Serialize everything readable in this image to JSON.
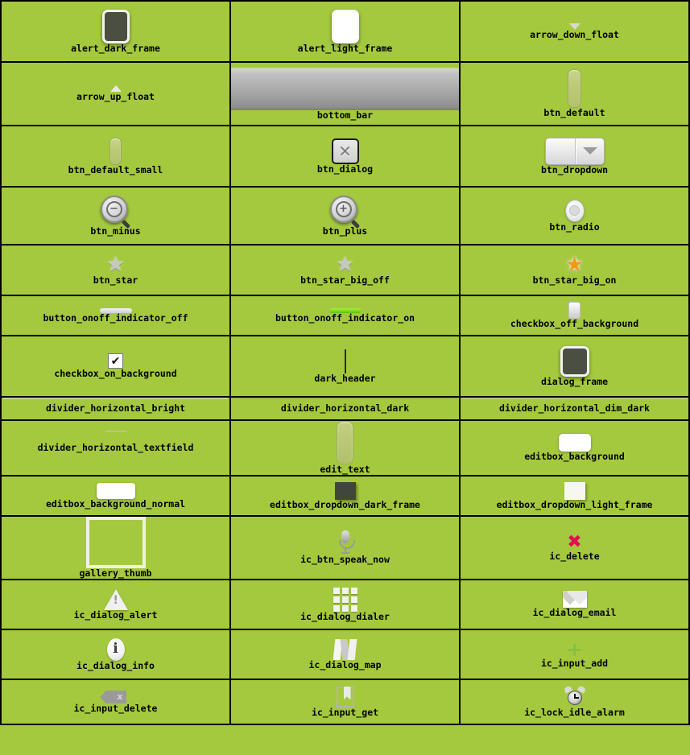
{
  "page": {
    "title": "Android drawable resource sheet",
    "background_color": "#a4c93f",
    "border_color": "#000000",
    "label_color": "#000000",
    "columns": 3
  },
  "cells": [
    {
      "label": "alert_dark_frame",
      "art": "alert-dark",
      "row": 1,
      "col": 1
    },
    {
      "label": "alert_light_frame",
      "art": "alert-light",
      "row": 1,
      "col": 2
    },
    {
      "label": "arrow_down_float",
      "art": "arrow-down",
      "row": 1,
      "col": 3
    },
    {
      "label": "arrow_up_float",
      "art": "arrow-up",
      "row": 2,
      "col": 1
    },
    {
      "label": "bottom_bar",
      "art": "bottom-bar",
      "row": 2,
      "col": 2
    },
    {
      "label": "btn_default",
      "art": "btn-default",
      "row": 2,
      "col": 3
    },
    {
      "label": "btn_default_small",
      "art": "btn-default-small",
      "row": 3,
      "col": 1
    },
    {
      "label": "btn_dialog",
      "art": "btn-dialog",
      "row": 3,
      "col": 2,
      "glyph": "✕"
    },
    {
      "label": "btn_dropdown",
      "art": "btn-dropdown",
      "row": 3,
      "col": 3
    },
    {
      "label": "btn_minus",
      "art": "mag-minus",
      "row": 4,
      "col": 1,
      "glyph": "−"
    },
    {
      "label": "btn_plus",
      "art": "mag-plus",
      "row": 4,
      "col": 2,
      "glyph": "+"
    },
    {
      "label": "btn_radio",
      "art": "btn-radio",
      "row": 4,
      "col": 3
    },
    {
      "label": "btn_star",
      "art": "star-off",
      "row": 5,
      "col": 1,
      "glyph": "★"
    },
    {
      "label": "btn_star_big_off",
      "art": "star-off",
      "row": 5,
      "col": 2,
      "glyph": "★"
    },
    {
      "label": "btn_star_big_on",
      "art": "star-on",
      "row": 5,
      "col": 3,
      "glyph": "★"
    },
    {
      "label": "button_onoff_indicator_off",
      "art": "ind-off",
      "row": 6,
      "col": 1
    },
    {
      "label": "button_onoff_indicator_on",
      "art": "ind-on",
      "row": 6,
      "col": 2
    },
    {
      "label": "checkbox_off_background",
      "art": "cb-off",
      "row": 6,
      "col": 3
    },
    {
      "label": "checkbox_on_background",
      "art": "cb-on",
      "row": 7,
      "col": 1,
      "glyph": "✔"
    },
    {
      "label": "dark_header",
      "art": "dark-header",
      "row": 7,
      "col": 2
    },
    {
      "label": "dialog_frame",
      "art": "dialog-frame",
      "row": 7,
      "col": 3
    },
    {
      "label": "divider_horizontal_bright",
      "art": "div-bright",
      "row": 8,
      "col": 1
    },
    {
      "label": "divider_horizontal_dark",
      "art": "div-dark",
      "row": 8,
      "col": 2
    },
    {
      "label": "divider_horizontal_dim_dark",
      "art": "div-dimdark",
      "row": 8,
      "col": 3
    },
    {
      "label": "divider_horizontal_textfield",
      "art": "div-textfield",
      "row": 9,
      "col": 1
    },
    {
      "label": "edit_text",
      "art": "edit-text",
      "row": 9,
      "col": 2
    },
    {
      "label": "editbox_background",
      "art": "editbox-bg",
      "row": 9,
      "col": 3
    },
    {
      "label": "editbox_background_normal",
      "art": "editbox-bg-normal",
      "row": 10,
      "col": 1
    },
    {
      "label": "editbox_dropdown_dark_frame",
      "art": "editbox-dd-dark",
      "row": 10,
      "col": 2
    },
    {
      "label": "editbox_dropdown_light_frame",
      "art": "editbox-dd-light",
      "row": 10,
      "col": 3
    },
    {
      "label": "gallery_thumb",
      "art": "gallery-thumb",
      "row": 11,
      "col": 1
    },
    {
      "label": "ic_btn_speak_now",
      "art": "mic",
      "row": 11,
      "col": 2
    },
    {
      "label": "ic_delete",
      "art": "ic-delete",
      "row": 11,
      "col": 3,
      "glyph": "✖"
    },
    {
      "label": "ic_dialog_alert",
      "art": "tri-alert",
      "row": 12,
      "col": 1,
      "glyph": "!"
    },
    {
      "label": "ic_dialog_dialer",
      "art": "dialer",
      "row": 12,
      "col": 2
    },
    {
      "label": "ic_dialog_email",
      "art": "envelope",
      "row": 12,
      "col": 3
    },
    {
      "label": "ic_dialog_info",
      "art": "info",
      "row": 13,
      "col": 1,
      "glyph": "i"
    },
    {
      "label": "ic_dialog_map",
      "art": "map",
      "row": 13,
      "col": 2
    },
    {
      "label": "ic_input_add",
      "art": "plus",
      "row": 13,
      "col": 3,
      "glyph": "+"
    },
    {
      "label": "ic_input_delete",
      "art": "inp-del",
      "row": 14,
      "col": 1,
      "glyph": "x"
    },
    {
      "label": "ic_input_get",
      "art": "inp-get",
      "row": 14,
      "col": 2
    },
    {
      "label": "ic_lock_idle_alarm",
      "art": "alarm",
      "row": 14,
      "col": 3
    }
  ]
}
